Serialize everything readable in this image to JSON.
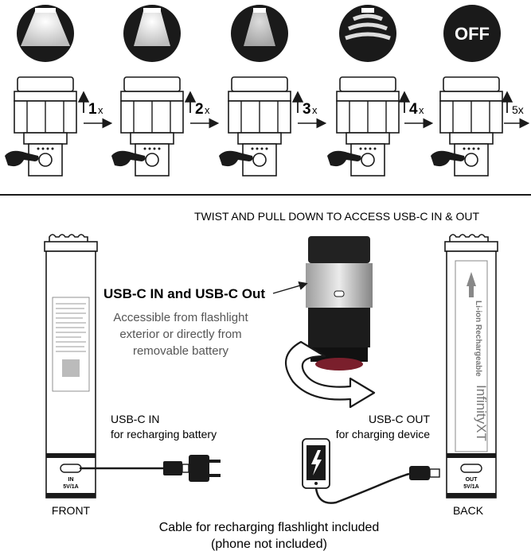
{
  "modes": [
    {
      "count": "1",
      "suffix": "x",
      "beam": "wide-beam"
    },
    {
      "count": "2",
      "suffix": "x",
      "beam": "medium-beam"
    },
    {
      "count": "3",
      "suffix": "x",
      "beam": "narrow-beam"
    },
    {
      "count": "4",
      "suffix": "x",
      "beam": "strobe"
    },
    {
      "count": "",
      "suffix": "5x",
      "beam": "off",
      "off_label": "OFF"
    }
  ],
  "instructions": {
    "twist_pull": "TWIST AND PULL DOWN TO ACCESS USB-C IN & OUT"
  },
  "center": {
    "usb_title": "USB-C IN and USB-C Out",
    "accessible_line1": "Accessible from flashlight",
    "accessible_line2": "exterior or directly from",
    "accessible_line3": "removable battery"
  },
  "front": {
    "usb_in_title": "USB-C IN",
    "usb_in_desc": "for recharging battery",
    "port_line1": "IN",
    "port_line2": "5V/1A",
    "caption": "FRONT"
  },
  "back": {
    "usb_out_title": "USB-C OUT",
    "usb_out_desc": "for charging device",
    "port_line1": "OUT",
    "port_line2": "5V/1A",
    "caption": "BACK",
    "battery_text": "Li-ion Rechargeable",
    "brand": "InfinityXT"
  },
  "footer": {
    "line1": "Cable for recharging flashlight included",
    "line2": "(phone not included)"
  },
  "colors": {
    "ink": "#1a1a1a",
    "grey": "#888888",
    "lens": "#7a1f2c"
  }
}
